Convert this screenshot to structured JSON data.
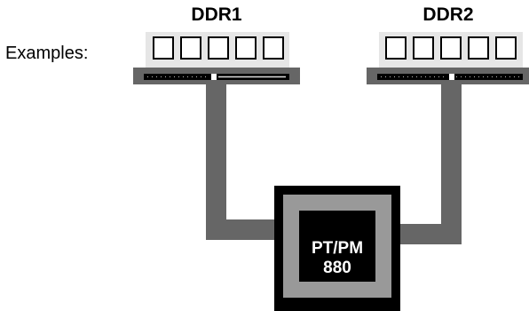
{
  "examples_label": "Examples:",
  "modules": [
    {
      "label": "DDR1",
      "chip_count": 5
    },
    {
      "label": "DDR2",
      "chip_count": 5
    }
  ],
  "chip": {
    "line1": "PT/PM",
    "line2": "880"
  },
  "colors": {
    "trace": "#666666",
    "module_body": "#e6e6e6",
    "chip_outer": "#000000",
    "chip_ring": "#999999",
    "chip_core": "#000000",
    "chip_text": "#ffffff"
  }
}
